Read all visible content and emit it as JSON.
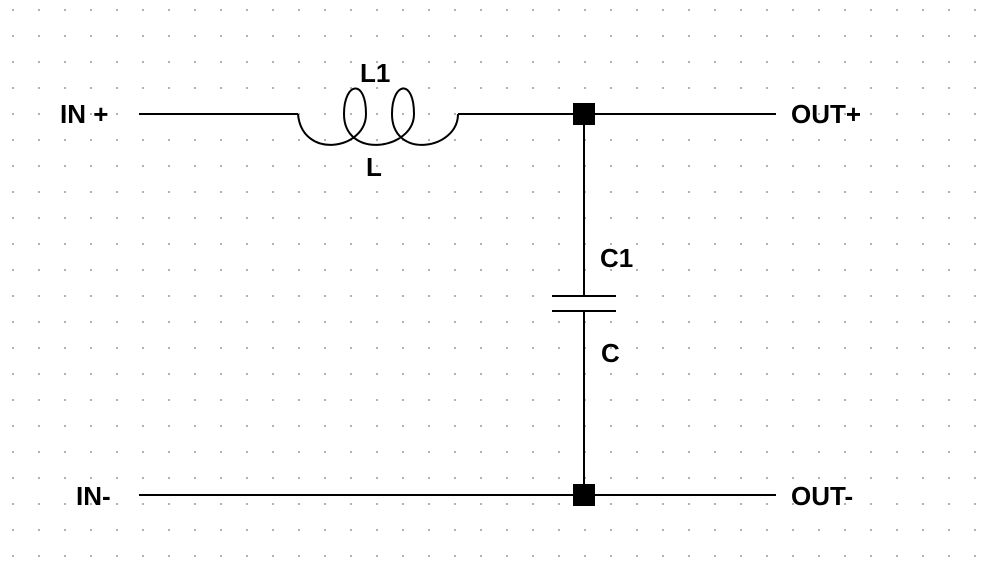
{
  "terminals": {
    "in_plus": "IN +",
    "in_minus": "IN-",
    "out_plus": "OUT+",
    "out_minus": "OUT-"
  },
  "components": {
    "inductor": {
      "ref": "L1",
      "value": "L"
    },
    "capacitor": {
      "ref": "C1",
      "value": "C"
    }
  },
  "colors": {
    "wire": "#000000",
    "grid_dot": "#9a9a9a",
    "background": "#ffffff"
  }
}
